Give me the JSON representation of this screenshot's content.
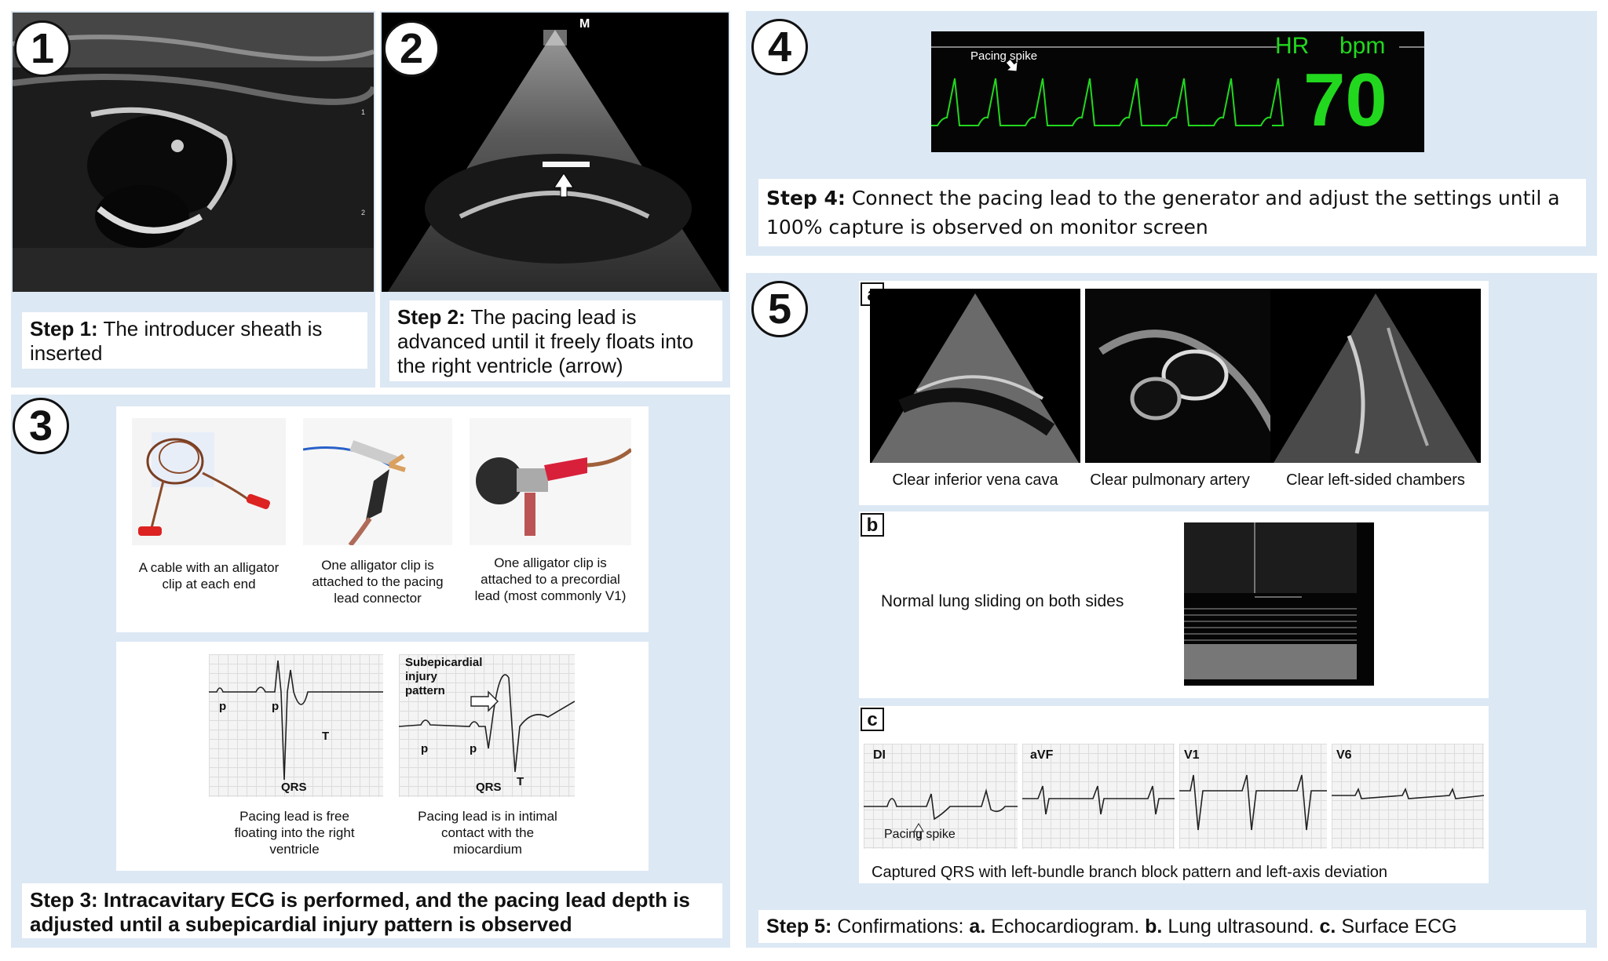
{
  "step1": {
    "number": "1",
    "title": "Step 1:",
    "text": " The introducer sheath is inserted"
  },
  "step2": {
    "number": "2",
    "title": "Step 2:",
    "text": " The pacing lead is advanced until it freely floats into the right ventricle (arrow)",
    "marker": "M"
  },
  "step3": {
    "number": "3",
    "captions": [
      "A cable with an alligator clip at each end",
      "One alligator clip is attached to the pacing lead connector",
      "One alligator clip is attached to a precordial lead  (most commonly V1)"
    ],
    "ecg1": {
      "p1": "p",
      "p2": "p",
      "t": "T",
      "qrs": "QRS",
      "caption": "Pacing lead is free floating into the right ventricle"
    },
    "ecg2": {
      "annotation": "Subepicardial injury pattern",
      "p1": "p",
      "p2": "p",
      "t": "T",
      "qrs": "QRS",
      "caption": "Pacing lead is in intimal contact with the miocardium"
    },
    "text": "Step 3: Intracavitary ECG is performed, and the pacing lead depth is adjusted until a subepicardial injury pattern is observed"
  },
  "step4": {
    "number": "4",
    "monitor": {
      "pacing_label": "Pacing spike",
      "hr_label": "HR",
      "unit": "bpm",
      "value": "70"
    },
    "title": "Step 4:",
    "text": " Connect the pacing lead to the generator and adjust  the settings until a 100% capture is observed on monitor screen"
  },
  "step5": {
    "number": "5",
    "a": {
      "letter": "a",
      "captions": [
        "Clear inferior vena cava",
        "Clear pulmonary artery",
        "Clear left-sided chambers"
      ]
    },
    "b": {
      "letter": "b",
      "text": "Normal lung sliding on both sides"
    },
    "c": {
      "letter": "c",
      "leads": [
        "DI",
        "aVF",
        "V1",
        "V6"
      ],
      "pacing_label": "Pacing spike",
      "caption": "Captured QRS with left-bundle branch block pattern and left-axis deviation"
    },
    "text_title": "Step 5:",
    "text_body": " Confirmations: ",
    "items": [
      {
        "label": "a.",
        "text": " Echocardiogram. "
      },
      {
        "label": "b.",
        "text": " Lung ultrasound. "
      },
      {
        "label": "c.",
        "text": " Surface ECG"
      }
    ]
  },
  "colors": {
    "panel_bg": "#dce8f4",
    "monitor_green": "#22d81e",
    "monitor_bg": "#050505"
  }
}
